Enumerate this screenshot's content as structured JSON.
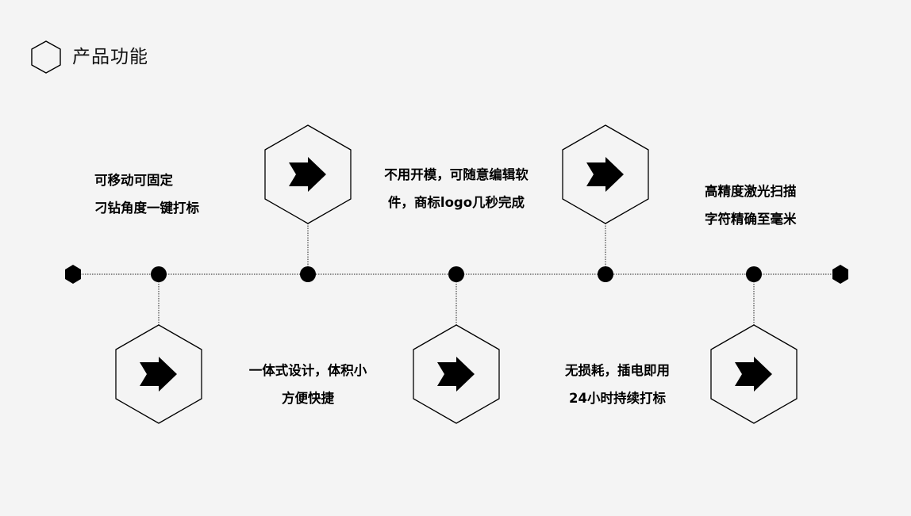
{
  "header": {
    "title": "产品功能"
  },
  "features": [
    {
      "lines": [
        "可移动可固定",
        "刁钻角度一键打标"
      ]
    },
    {
      "lines": [
        "一体式设计，体积小",
        "方便快捷"
      ]
    },
    {
      "lines": [
        "不用开模，可随意编辑软",
        "件，商标logo几秒完成"
      ]
    },
    {
      "lines": [
        "无损耗，插电即用",
        "24小时持续打标"
      ]
    },
    {
      "lines": [
        "高精度激光扫描",
        "字符精确至毫米"
      ]
    }
  ],
  "colors": {
    "background": "#f4f4f4",
    "foreground": "#000000"
  },
  "icons": {
    "header": "hexagon-outline-icon",
    "feature": "arrow-right-icon",
    "timeline_end": "hexagon-filled-icon"
  }
}
